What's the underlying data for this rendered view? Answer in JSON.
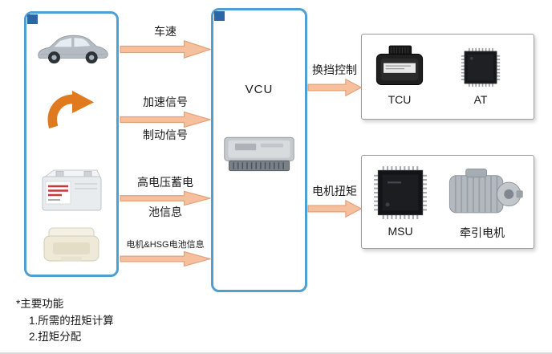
{
  "vcu_panel": {
    "label": "VCU"
  },
  "input_flows": [
    {
      "name": "vehicle-speed",
      "labels": [
        "车速"
      ]
    },
    {
      "name": "accel-brake-signals",
      "labels": [
        "加速信号",
        "制动信号"
      ]
    },
    {
      "name": "hv-battery-info",
      "labels": [
        "高电压蓄电",
        "池信息"
      ]
    },
    {
      "name": "motor-hsg-battery-info",
      "labels": [
        "电机&HSG电池信息"
      ]
    }
  ],
  "output_flows": [
    {
      "name": "shift-control",
      "label": "换挡控制"
    },
    {
      "name": "motor-torque",
      "label": "电机扭矩"
    }
  ],
  "groups": {
    "transmission": {
      "items": [
        {
          "label": "TCU"
        },
        {
          "label": "AT"
        }
      ]
    },
    "drive": {
      "items": [
        {
          "label": "MSU"
        },
        {
          "label": "牵引电机"
        }
      ]
    }
  },
  "footnote": {
    "title": "*主要功能",
    "items": [
      "1.所需的扭矩计算",
      "2.扭矩分配"
    ]
  },
  "icons": {
    "car": "car-side-view",
    "curved_arrow": "orange-curved-arrow",
    "battery": "hv-battery",
    "battery_module": "battery-module",
    "vcu_controller": "vcu-ecu-unit",
    "tcu_module": "tcu-control-module",
    "at_chip": "at-qfp-chip",
    "msu_chip": "msu-qfp-chip",
    "traction_motor": "traction-motor",
    "flow_arrow": "right-block-arrow"
  },
  "colors": {
    "arrow_fill": "#F6BF9E",
    "arrow_stroke": "#E6A077",
    "panel_border": "#4E9FD4",
    "group_border": "#9C9C9C",
    "curved_arrow": "#E07A1F",
    "text": "#1A1A1A"
  }
}
